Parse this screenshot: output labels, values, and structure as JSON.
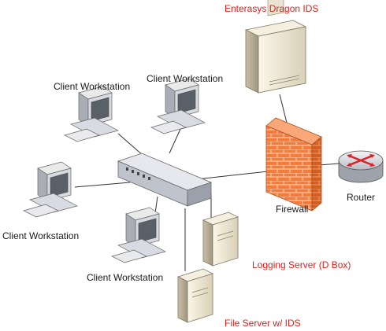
{
  "labels": {
    "ids": "Enterasys Dragon IDS",
    "client_top_left": "Client Workstation",
    "client_top_right": "Client Workstation",
    "client_mid_left": "Client Workstation",
    "client_bottom": "Client Workstation",
    "firewall": "Firewall",
    "router": "Router",
    "logging_server": "Logging Server (D Box)",
    "file_server": "File Server w/ IDS"
  },
  "colors": {
    "red_label": "#e0201c",
    "firewall_brick": "#f07a3c",
    "line": "#333333"
  },
  "icons": [
    "server-tower-icon",
    "firewall-icon",
    "router-icon",
    "network-switch-icon",
    "workstation-icon"
  ]
}
